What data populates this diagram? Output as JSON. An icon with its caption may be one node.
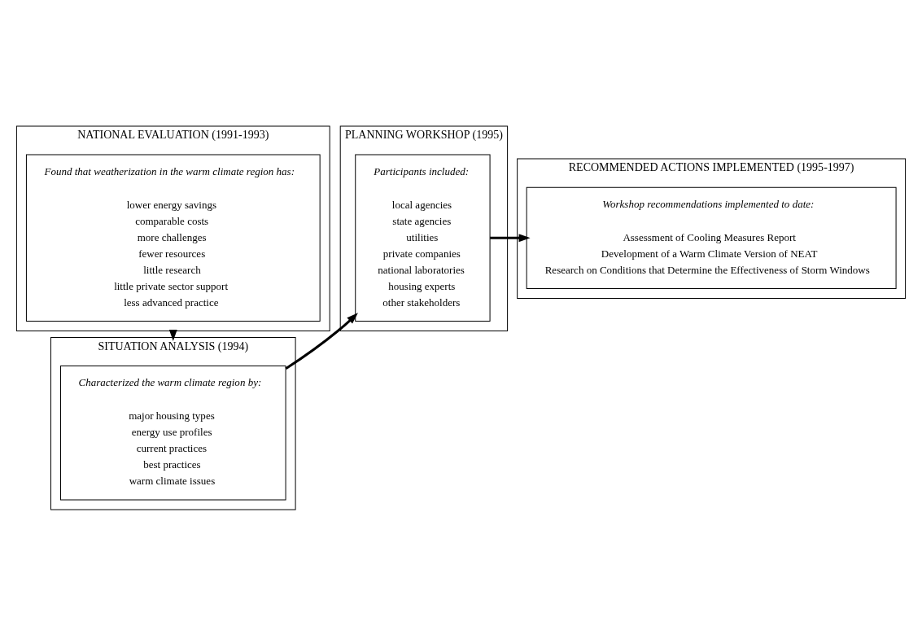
{
  "diagram": {
    "nodes": [
      {
        "text": [
          "NATIONAL EVALUATION (1991-1993)"
        ]
      },
      {
        "text": [
          "Found that weatherization in the warm climate region has:",
          "lower energy savings",
          "comparable costs",
          "more challenges",
          "fewer resources",
          "little research",
          "little private sector support",
          "less advanced practice"
        ],
        "in": 0
      },
      {
        "text": [
          "SITUATION ANALYSIS (1994)"
        ]
      },
      {
        "text": [
          "Characterized the warm climate region by:",
          "major housing types",
          "energy use profiles",
          "current practices",
          "best practices",
          "warm climate issues"
        ],
        "in": 2
      },
      {
        "text": [
          "PLANNING WORKSHOP (1995)"
        ]
      },
      {
        "text": [
          "Participants included:",
          "local agencies",
          "state agencies",
          "utilities",
          "private companies",
          "national laboratories",
          "housing experts",
          "other stakeholders"
        ],
        "in": 4
      },
      {
        "text": [
          "RECOMMENDED ACTIONS IMPLEMENTED (1995-1997)"
        ]
      },
      {
        "text": [
          "Workshop recommendations implemented to date:",
          "Assessment of Cooling Measures Report",
          "Development of a Warm Climate Version of NEAT",
          "Research on Conditions that Determine the Effectiveness of Storm Windows"
        ],
        "in": 6
      }
    ],
    "edges": [
      {
        "from": 0,
        "to": 2,
        "arrow": "to"
      },
      {
        "from": 3,
        "to": 5,
        "arrow": "to"
      },
      {
        "from": 5,
        "to": 7,
        "arrow": "to"
      }
    ]
  }
}
